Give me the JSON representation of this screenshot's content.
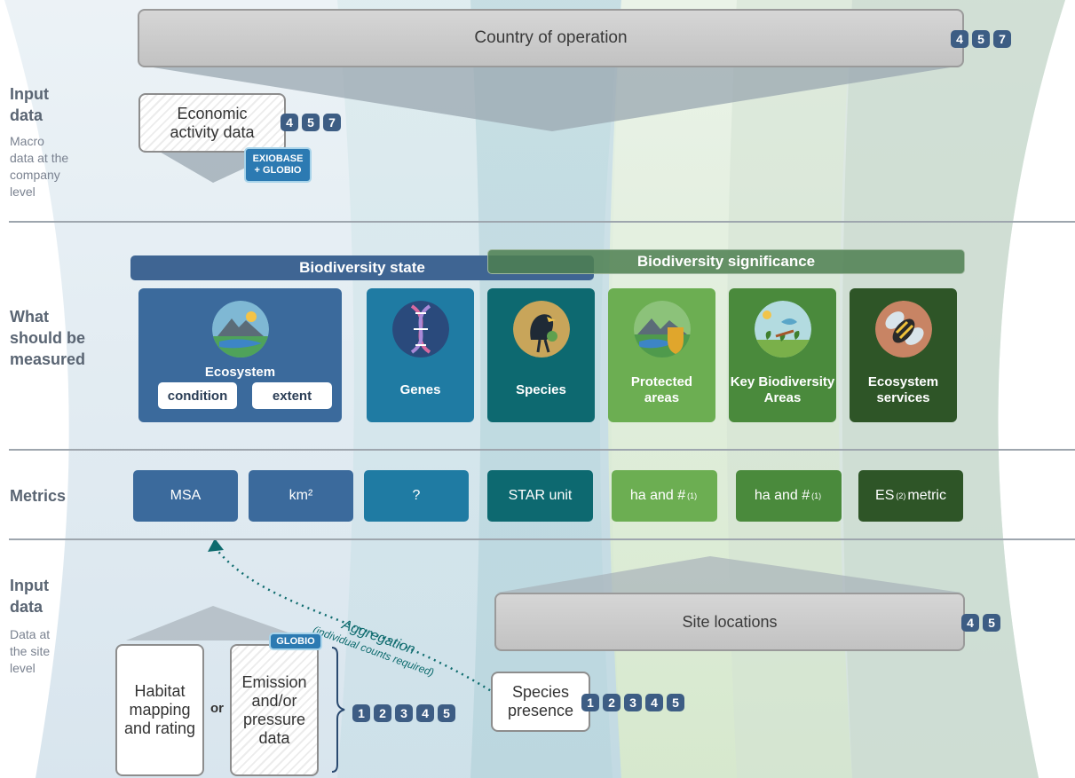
{
  "country_bar": {
    "label": "Country of operation",
    "badges": [
      "4",
      "5",
      "7"
    ]
  },
  "sections": {
    "input_top": {
      "title": "Input\ndata",
      "sub": "Macro\ndata at the\ncompany\nlevel"
    },
    "measure": {
      "title": "What\nshould be\nmeasured"
    },
    "metrics": {
      "title": "Metrics"
    },
    "input_bottom": {
      "title": "Input\ndata",
      "sub": "Data at\nthe site\nlevel"
    }
  },
  "economic": {
    "label": "Economic\nactivity data",
    "badges": [
      "4",
      "5",
      "7"
    ],
    "tag": "EXIOBASE\n+ GLOBIO"
  },
  "bands": {
    "state": "Biodiversity state",
    "significance": "Biodiversity significance"
  },
  "cards": {
    "ecosystem": {
      "label": "Ecosystem",
      "condition": "condition",
      "extent": "extent",
      "icon": "ecosystem-landscape"
    },
    "genes": {
      "label": "Genes",
      "icon": "dna"
    },
    "species": {
      "label": "Species",
      "icon": "bird"
    },
    "protected": {
      "label": "Protected\nareas",
      "icon": "shield-landscape"
    },
    "kba": {
      "label": "Key Biodiversity\nAreas",
      "icon": "bird-plants"
    },
    "es": {
      "label": "Ecosystem\nservices",
      "icon": "bee"
    }
  },
  "metrics": {
    "msa": "MSA",
    "km2": "km²",
    "q": "?",
    "star": "STAR unit",
    "ha1": "ha and #",
    "ha2": "ha and #",
    "es": "ES",
    "es_suffix": "metric",
    "note1": "(1)",
    "note2": "(2)"
  },
  "site": {
    "label": "Site locations",
    "badges": [
      "4",
      "5"
    ]
  },
  "habitat": {
    "label": "Habitat\nmapping\nand rating"
  },
  "or": "or",
  "emission": {
    "label": "Emission\nand/or\npressure\ndata",
    "tag": "GLOBIO"
  },
  "bottom_badges": [
    "1",
    "2",
    "3",
    "4",
    "5"
  ],
  "species_presence": {
    "label": "Species\npresence",
    "badges": [
      "1",
      "2",
      "3",
      "4",
      "5"
    ]
  },
  "aggregation": {
    "line1": "Aggregation",
    "line2": "(individual counts required)"
  },
  "colors": {
    "ecosystem": "#3b6a9c",
    "genes": "#1f7ba3",
    "species": "#0d6970",
    "protected": "#6cae52",
    "kba": "#4a8a3c",
    "es": "#2e5527",
    "state_band": "#3f6593",
    "significance_band": "#4d7f50",
    "badge": "#3d5d84"
  }
}
